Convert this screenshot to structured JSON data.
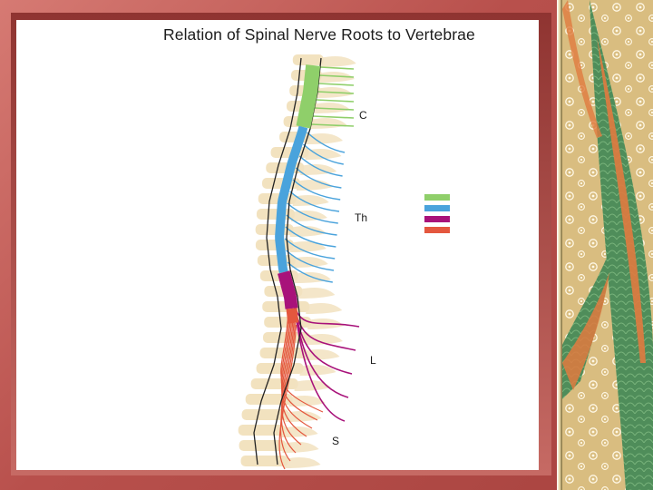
{
  "slide": {
    "title": "Relation of Spinal Nerve Roots to Vertebrae"
  },
  "regions": [
    {
      "id": "cervical",
      "label": "C",
      "color": "#8fcf6a"
    },
    {
      "id": "thoracic",
      "label": "Th",
      "color": "#4aa3dc"
    },
    {
      "id": "lumbar",
      "label": "L",
      "color": "#a8127a"
    },
    {
      "id": "sacral",
      "label": "S",
      "color": "#e4573e"
    }
  ],
  "colors": {
    "vertebra": "#f2e2bf",
    "frame": "#c4605c",
    "panel_gold": "#d8b877",
    "panel_green": "#4e8f5b",
    "panel_orange": "#e07a3f"
  }
}
